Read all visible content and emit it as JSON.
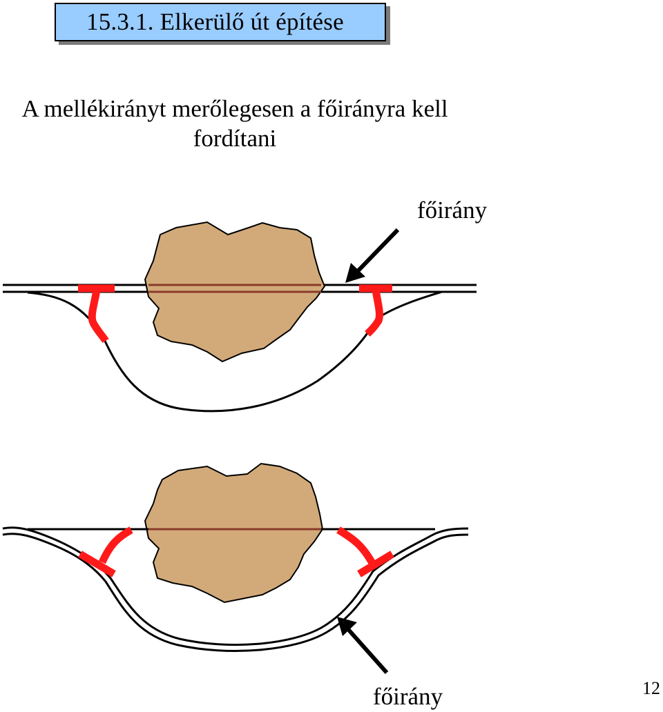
{
  "slide": {
    "title": "15.3.1. Elkerülő út építése",
    "subtitle": "A mellékirányt merőlegesen a főirányra kell fordítani",
    "page_number": "12"
  },
  "diagram_top": {
    "main_direction_label": "főirány"
  },
  "diagram_bottom": {
    "main_direction_label": "főirány"
  },
  "colors": {
    "title_fill": "#99ccff",
    "obstacle_fill": "#d2aa79",
    "intersection_marker": "#ff1a1a",
    "blocked_road": "#8b3a2a",
    "road": "#000000"
  },
  "icons": {
    "arrow": "arrow-icon"
  }
}
